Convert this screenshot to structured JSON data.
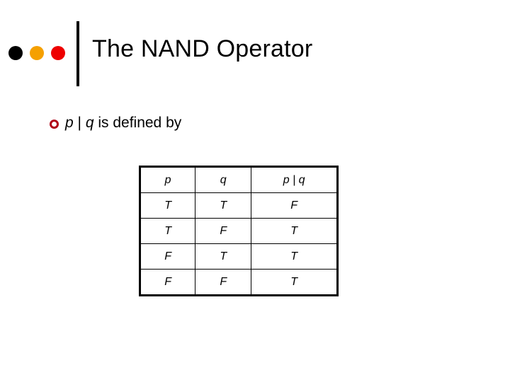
{
  "slide": {
    "title": "The NAND Operator",
    "decoration": {
      "dots": [
        {
          "name": "black",
          "color": "#000000"
        },
        {
          "name": "orange",
          "color": "#F5A000"
        },
        {
          "name": "red",
          "color": "#EE0000"
        }
      ],
      "bar_color": "#000000"
    },
    "body": {
      "bullet": {
        "marker": "hollow-circle",
        "marker_color": "#B00016",
        "parts": {
          "p": "p",
          "sep": " | ",
          "q": "q",
          "rest": " is defined by"
        },
        "full_text": "p | q is defined by"
      }
    },
    "table": {
      "headers": [
        "p",
        "q",
        "p | q"
      ],
      "rows": [
        [
          "T",
          "T",
          "F"
        ],
        [
          "T",
          "F",
          "T"
        ],
        [
          "F",
          "T",
          "T"
        ],
        [
          "F",
          "F",
          "T"
        ]
      ]
    }
  }
}
